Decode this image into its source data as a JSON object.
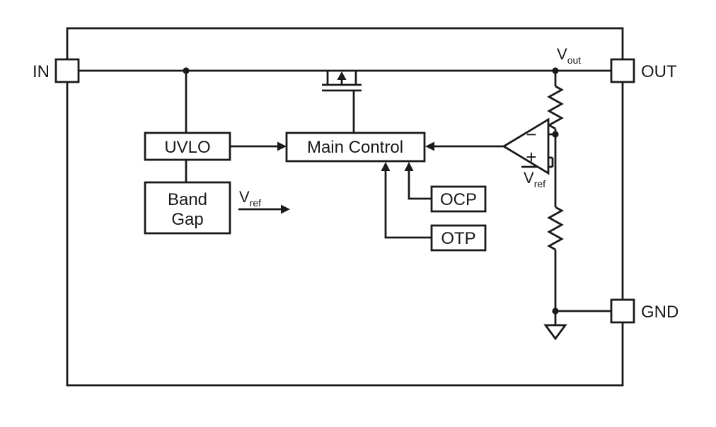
{
  "diagram": {
    "pins": {
      "in": "IN",
      "out": "OUT",
      "gnd": "GND"
    },
    "blocks": {
      "uvlo": "UVLO",
      "bandgap_line1": "Band",
      "bandgap_line2": "Gap",
      "main_control": "Main Control",
      "ocp": "OCP",
      "otp": "OTP"
    },
    "labels": {
      "vout": {
        "base": "V",
        "sub": "out"
      },
      "vref": {
        "base": "V",
        "sub": "ref"
      },
      "amp_minus": "−",
      "amp_plus": "+"
    },
    "colors": {
      "line": "#1a1a1a",
      "background": "#ffffff"
    }
  }
}
